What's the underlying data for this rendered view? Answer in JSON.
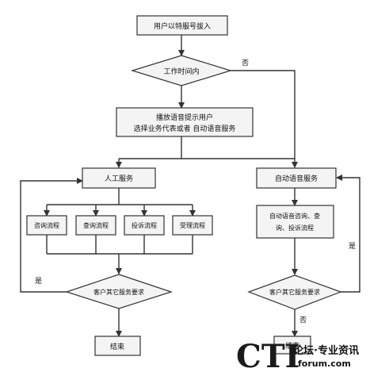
{
  "diagram": {
    "nodes": {
      "start": "用户以特服号拔入",
      "work_time": "工作时间内",
      "prompt_line1": "播放语音提示用户",
      "prompt_line2": "选择业务代表或者 自动语音服务",
      "manual": "人工服务",
      "consult": "咨询流程",
      "query": "查询流程",
      "complaint": "投诉流程",
      "accept": "受理流程",
      "other_left": "客户其它服务要求",
      "end_left": "结束",
      "auto": "自动语音服务",
      "auto_ops_line1": "自动语音咨询、查",
      "auto_ops_line2": "询、投诉流程",
      "other_right": "客户其它服务要求",
      "end_right": "结束"
    },
    "edge_labels": {
      "no_top": "否",
      "yes_left": "是",
      "yes_right": "是",
      "no_right": "否"
    }
  },
  "watermark": {
    "logo_letters": "CTI",
    "tagline": "论坛·专业资讯",
    "url": "forum.com"
  }
}
